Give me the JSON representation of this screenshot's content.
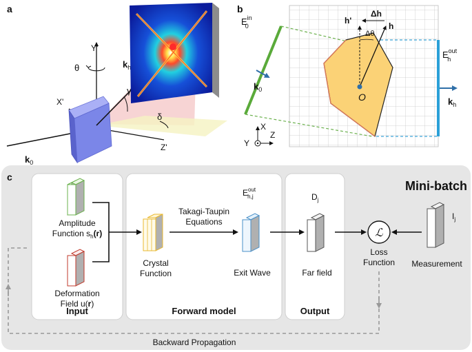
{
  "panel_a": {
    "letter": "a",
    "axis_y": "Y'",
    "axis_x": "X'",
    "axis_z": "Z'",
    "theta": "θ",
    "gamma": "γ",
    "delta": "δ",
    "k0": "k",
    "k0_sub": "0",
    "kh": "k",
    "kh_sub": "h"
  },
  "panel_b": {
    "letter": "b",
    "e0": "E",
    "e0_sub": "0",
    "e0_sup": "in",
    "eh": "E",
    "eh_sub": "h",
    "eh_sup": "out",
    "k0": "k",
    "k0_sub": "0",
    "kh": "k",
    "kh_sub": "h",
    "h": "h",
    "h_prime": "h'",
    "delta_h": "Δh",
    "delta_theta": "Δθ",
    "origin": "O",
    "axis_x": "X",
    "axis_y": "Y",
    "axis_z": "Z"
  },
  "panel_c": {
    "letter": "c",
    "mini_batch": "Mini-batch",
    "input_title": "Input",
    "forward_title": "Forward model",
    "output_title": "Output",
    "amplitude_line1": "Amplitude",
    "amplitude_line2": "Function s",
    "amplitude_sub": "h",
    "amplitude_arg": "(r)",
    "deformation_line1": "Deformation",
    "deformation_line2": "Field u(",
    "deformation_bold": "r",
    "deformation_end": ")",
    "crystal_line1": "Crystal",
    "crystal_line2": "Function",
    "takagi_line1": "Takagi-Taupin",
    "takagi_line2": "Equations",
    "exit_wave": "Exit Wave",
    "e_out": "E",
    "e_out_sub": "h,j",
    "e_out_sup": "out",
    "far_field": "Far field",
    "dj": "D",
    "dj_sub": "j",
    "loss_line1": "Loss",
    "loss_line2": "Function",
    "loss_symbol": "ℒ",
    "measurement": "Measurement",
    "ij": "I",
    "ij_sub": "j",
    "backward": "Backward Propagation"
  },
  "colors": {
    "green": "#6ab04c",
    "red": "#c0392b",
    "yellow": "#f2c94c",
    "blue": "#4a90c8",
    "grey_panel": "#e6e6e6",
    "crystal_blue": "#7b86e8",
    "polygon_fill": "#fbd276",
    "polygon_edge": "#d9785a"
  }
}
